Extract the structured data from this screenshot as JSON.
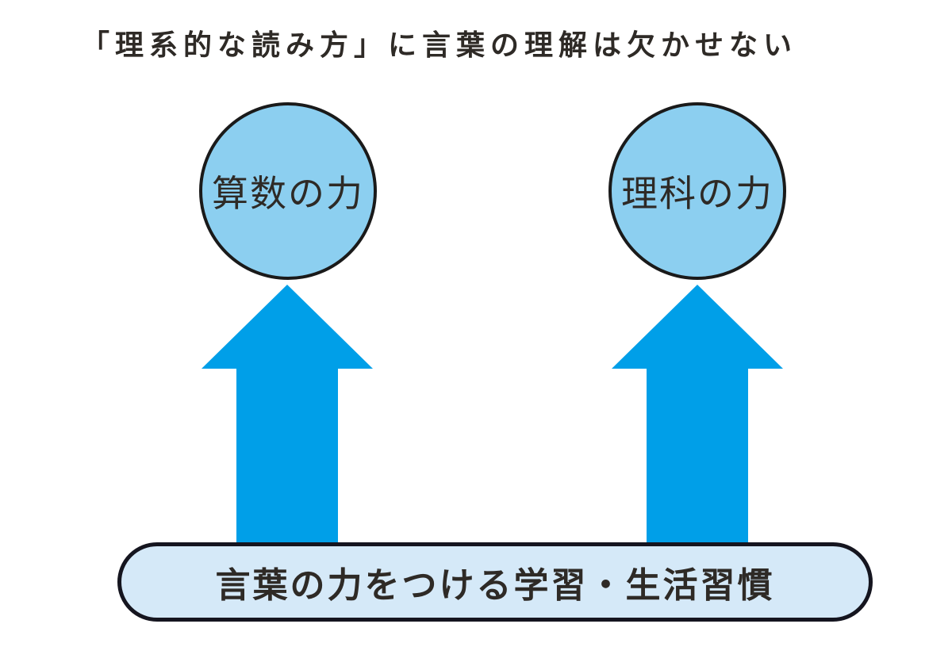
{
  "title": "「理系的な読み方」に言葉の理解は欠かせない",
  "circles": [
    {
      "id": "math",
      "label": "算数の力"
    },
    {
      "id": "science",
      "label": "理科の力"
    }
  ],
  "arrows": [
    {
      "direction": "up",
      "from": "base_bar",
      "to": "算数の力"
    },
    {
      "direction": "up",
      "from": "base_bar",
      "to": "理科の力"
    }
  ],
  "base_bar": {
    "label": "言葉の力をつける学習・生活習慣"
  },
  "colors": {
    "background": "#ffffff",
    "arrow": "#009fe8",
    "circle_fill": "#8ccff0",
    "circle_border": "#1a1a1a",
    "bar_fill": "#d5e9f8",
    "bar_border": "#15151f",
    "text": "#2e2a26"
  }
}
